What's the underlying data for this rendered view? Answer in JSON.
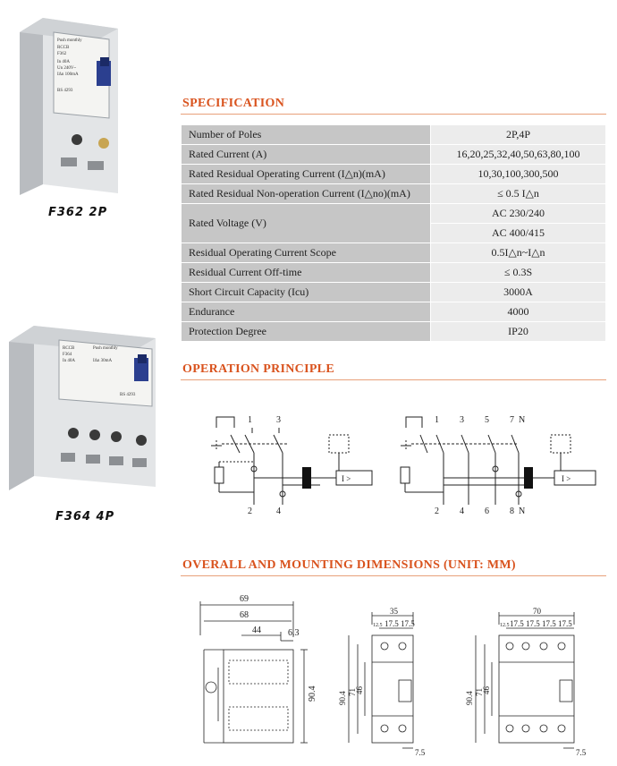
{
  "products": [
    {
      "caption": "F362  2P",
      "label_lines": [
        "Push monthly",
        "RCCB",
        "F362",
        "In 40A",
        "Un 240V~",
        "IΔn 100mA",
        "BS 4293"
      ]
    },
    {
      "caption": "F364  4P",
      "label_lines": [
        "RCCB",
        "F364",
        "In 40A",
        "IΔn 30mA",
        "Push monthly",
        "BS 4293"
      ]
    }
  ],
  "specification": {
    "title": "SPECIFICATION",
    "rows": [
      {
        "label": "Number of Poles",
        "value": "2P,4P"
      },
      {
        "label": "Rated Current (A)",
        "value": "16,20,25,32,40,50,63,80,100"
      },
      {
        "label": "Rated Residual Operating Current (I△n)(mA)",
        "value": "10,30,100,300,500"
      },
      {
        "label": "Rated Residual Non-operation Current (I△no)(mA)",
        "value": "≤ 0.5 I△n"
      },
      {
        "label": "Rated Voltage (V)",
        "values": [
          "AC 230/240",
          "AC 400/415"
        ]
      },
      {
        "label": "Residual Operating Current Scope",
        "value": "0.5I△n~I△n"
      },
      {
        "label": "Residual Current Off-time",
        "value": "≤ 0.3S"
      },
      {
        "label": "Short Circuit Capacity (Icu)",
        "value": "3000A"
      },
      {
        "label": "Endurance",
        "value": "4000"
      },
      {
        "label": "Protection Degree",
        "value": "IP20"
      }
    ]
  },
  "operation": {
    "title": "OPERATION PRINCIPLE",
    "diagram_2p": {
      "top_labels": [
        "1",
        "3"
      ],
      "bottom_labels": [
        "2",
        "4"
      ],
      "relay_label": "I >"
    },
    "diagram_4p": {
      "top_labels": [
        "1",
        "3",
        "5",
        "7",
        "N"
      ],
      "bottom_labels": [
        "2",
        "4",
        "6",
        "8",
        "N"
      ],
      "relay_label": "I >"
    }
  },
  "dimensions": {
    "title": "OVERALL AND MOUNTING DIMENSIONS (UNIT: MM)",
    "side": {
      "d69": "69",
      "d68": "68",
      "d44": "44",
      "d63": "6.3",
      "height": "90.4"
    },
    "front_2p": {
      "width": "35",
      "p1": "17.5",
      "p2": "17.5",
      "small": "12.5",
      "h1": "90.4",
      "h2": "71",
      "h3": "46",
      "foot": "7.5"
    },
    "front_4p": {
      "width": "70",
      "p1": "17.5",
      "p2": "17.5",
      "p3": "17.5",
      "p4": "17.5",
      "small": "12.5",
      "h1": "90.4",
      "h2": "71",
      "h3": "46",
      "foot": "7.5"
    }
  }
}
